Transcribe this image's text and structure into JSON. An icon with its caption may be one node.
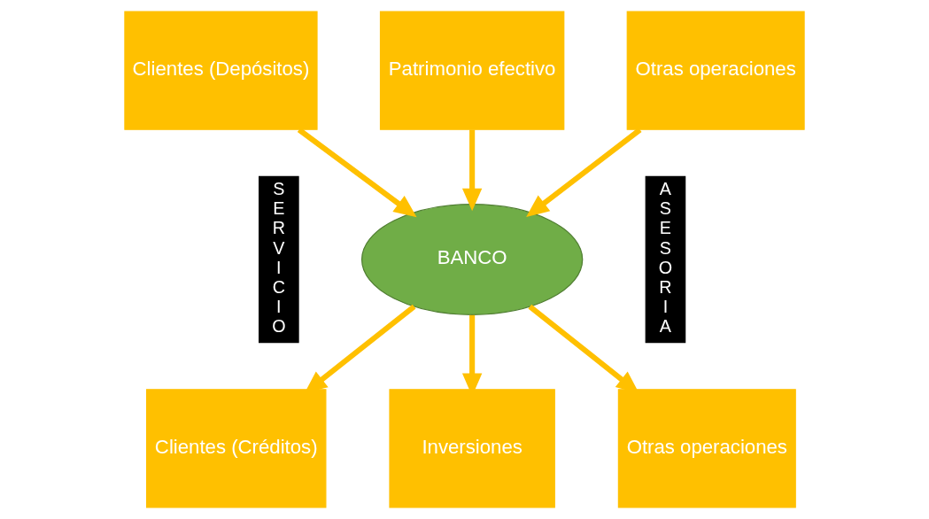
{
  "diagram": {
    "nodes": [
      {
        "text": [
          "Clientes (Depósitos)"
        ]
      },
      {
        "text": [
          "Patrimonio efectivo"
        ]
      },
      {
        "text": [
          "Otras operaciones"
        ]
      },
      {
        "text": [
          "SERVICIO"
        ]
      },
      {
        "text": [
          "BANCO"
        ]
      },
      {
        "text": [
          "ASESORIA"
        ]
      },
      {
        "text": [
          "Clientes (Créditos)"
        ]
      },
      {
        "text": [
          "Inversiones"
        ]
      },
      {
        "text": [
          "Otras operaciones"
        ]
      }
    ],
    "edges": [
      {
        "from": 0,
        "to": 4,
        "arrow": "to"
      },
      {
        "from": 1,
        "to": 4,
        "arrow": "to"
      },
      {
        "from": 2,
        "to": 4,
        "arrow": "to"
      },
      {
        "from": 4,
        "to": 6,
        "arrow": "to"
      },
      {
        "from": 4,
        "to": 7,
        "arrow": "to"
      },
      {
        "from": 4,
        "to": 8,
        "arrow": "to"
      }
    ]
  }
}
